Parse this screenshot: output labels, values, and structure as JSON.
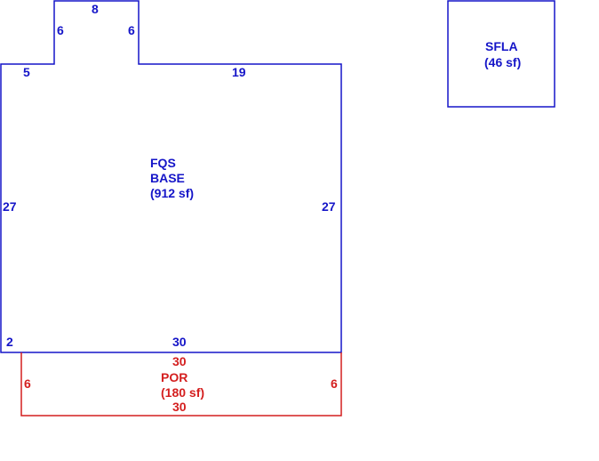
{
  "colors": {
    "base": "#1515c8",
    "porch": "#d41f1f"
  },
  "base": {
    "code": "FQS",
    "name": "BASE",
    "area": "(912 sf)",
    "dims": {
      "bump_top": "8",
      "bump_left": "6",
      "bump_right": "6",
      "top_left": "5",
      "top_right": "19",
      "left": "27",
      "right": "27",
      "bottom": "30",
      "bottom_left": "2"
    }
  },
  "porch": {
    "code": "POR",
    "area": "(180 sf)",
    "dims": {
      "top": "30",
      "bottom": "30",
      "left": "6",
      "right": "6"
    }
  },
  "sfla": {
    "code": "SFLA",
    "area": "(46 sf)"
  }
}
